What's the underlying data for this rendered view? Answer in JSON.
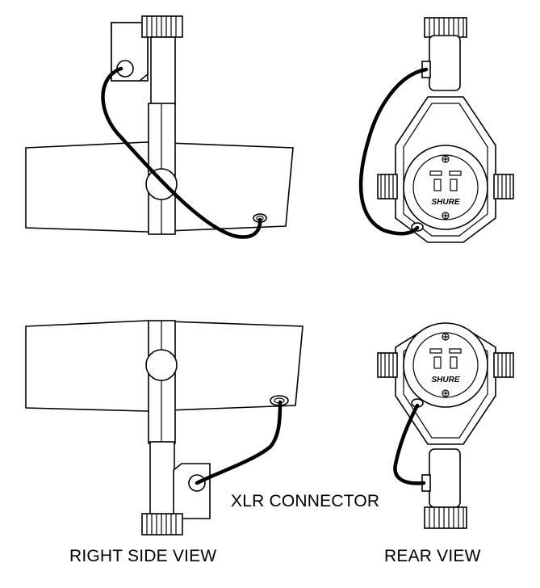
{
  "labels": {
    "xlr_connector": "XLR CONNECTOR",
    "right_side_view": "RIGHT SIDE VIEW",
    "rear_view": "REAR VIEW"
  },
  "brand": {
    "logo_text": "SHURE"
  }
}
